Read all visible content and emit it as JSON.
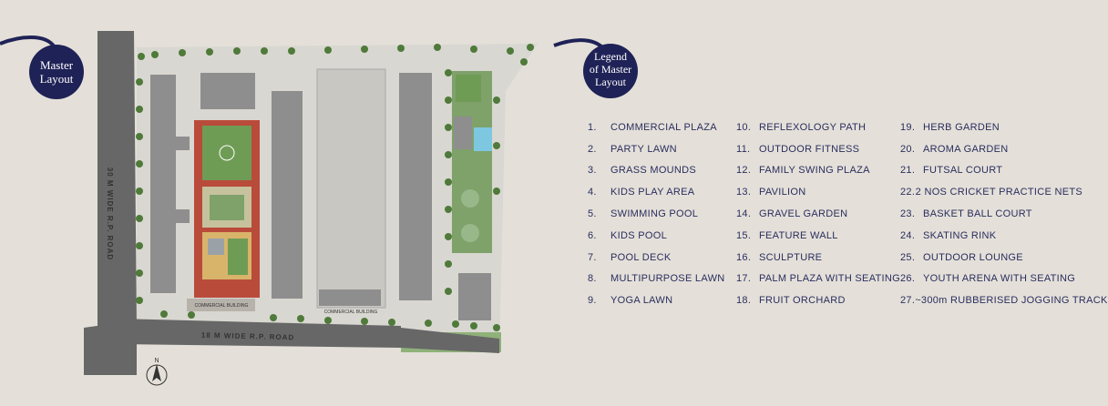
{
  "title_badge": {
    "lines": [
      "Master",
      "Layout"
    ]
  },
  "legend_badge": {
    "lines": [
      "Legend",
      "of Master",
      "Layout"
    ]
  },
  "roads": {
    "left": "30 M WIDE R.P. ROAD",
    "bottom": "18 M WIDE R.P. ROAD"
  },
  "compass": {
    "label": "N"
  },
  "plan_labels": {
    "commercial_building_1": "COMMERCIAL BUILDING",
    "commercial_building_2": "COMMERCIAL BUILDING"
  },
  "legend": [
    {
      "num": "1.",
      "label": "COMMERCIAL PLAZA"
    },
    {
      "num": "2.",
      "label": "PARTY LAWN"
    },
    {
      "num": "3.",
      "label": "GRASS MOUNDS"
    },
    {
      "num": "4.",
      "label": "KIDS PLAY AREA"
    },
    {
      "num": "5.",
      "label": "SWIMMING POOL"
    },
    {
      "num": "6.",
      "label": "KIDS POOL"
    },
    {
      "num": "7.",
      "label": "POOL DECK"
    },
    {
      "num": "8.",
      "label": "MULTIPURPOSE LAWN"
    },
    {
      "num": "9.",
      "label": "YOGA LAWN"
    },
    {
      "num": "10.",
      "label": "REFLEXOLOGY PATH"
    },
    {
      "num": "11.",
      "label": "OUTDOOR FITNESS"
    },
    {
      "num": "12.",
      "label": "FAMILY SWING PLAZA"
    },
    {
      "num": "13.",
      "label": "PAVILION"
    },
    {
      "num": "14.",
      "label": "GRAVEL GARDEN"
    },
    {
      "num": "15.",
      "label": "FEATURE WALL"
    },
    {
      "num": "16.",
      "label": "SCULPTURE"
    },
    {
      "num": "17.",
      "label": "PALM PLAZA WITH SEATING"
    },
    {
      "num": "18.",
      "label": "FRUIT ORCHARD"
    },
    {
      "num": "19.",
      "label": "HERB GARDEN"
    },
    {
      "num": "20.",
      "label": "AROMA GARDEN"
    },
    {
      "num": "21.",
      "label": "FUTSAL COURT"
    },
    {
      "num": "22.",
      "label": "2 NOS CRICKET PRACTICE NETS"
    },
    {
      "num": "23.",
      "label": "BASKET BALL COURT"
    },
    {
      "num": "24.",
      "label": "SKATING RINK"
    },
    {
      "num": "25.",
      "label": "OUTDOOR LOUNGE"
    },
    {
      "num": "26.",
      "label": "YOUTH ARENA WITH SEATING"
    },
    {
      "num": "27.",
      "label": "~300m RUBBERISED JOGGING TRACK"
    }
  ],
  "colors": {
    "navy": "#1f2256",
    "road": "#676767",
    "lawn": "#7fa16a",
    "tree": "#4f7a3a",
    "paving": "#d9d7d1",
    "building": "#8e8e8e",
    "pool": "#7ec7e0"
  }
}
